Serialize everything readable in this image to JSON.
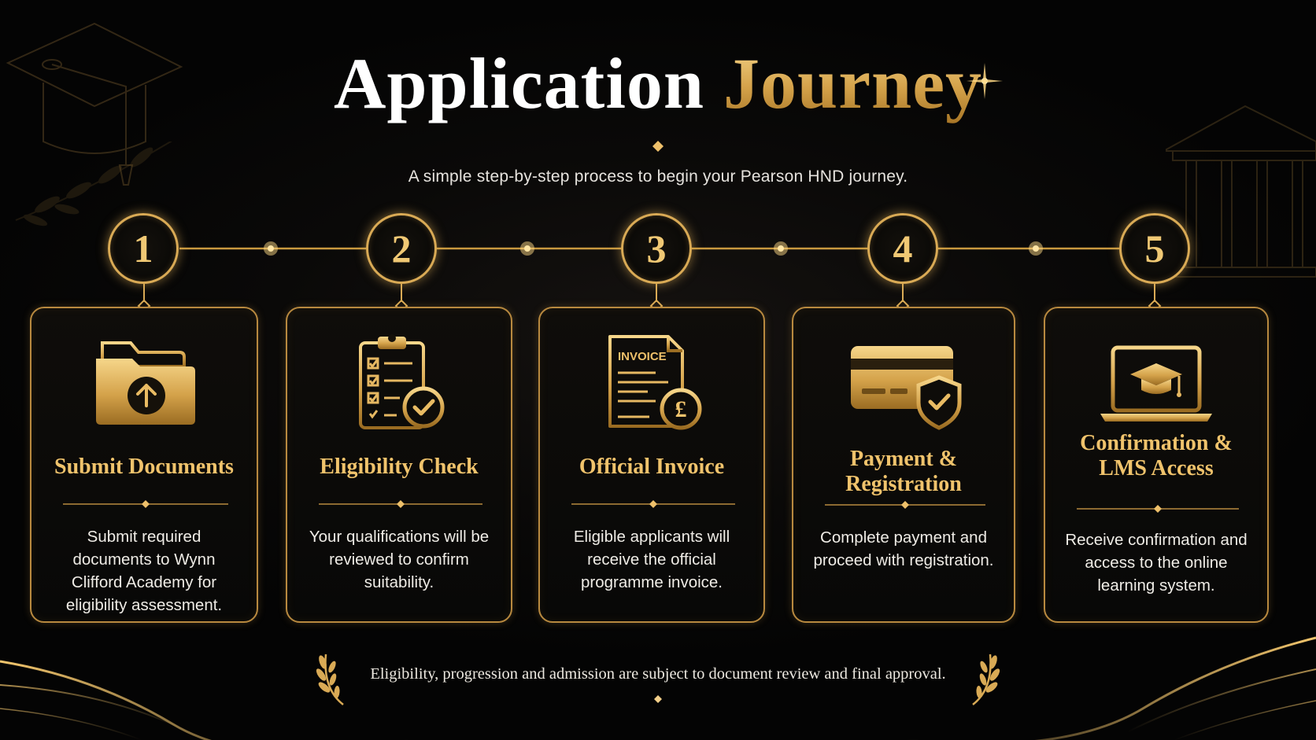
{
  "header": {
    "title_word1": "Application",
    "title_word2": "Journey",
    "subtitle": "A simple step-by-step process to begin your Pearson HND journey."
  },
  "steps": [
    {
      "number": "1",
      "title": "Submit Documents",
      "text": "Submit required documents to Wynn Clifford Academy for eligibility assessment.",
      "icon": "folder-upload-icon"
    },
    {
      "number": "2",
      "title": "Eligibility Check",
      "text": "Your qualifications will be reviewed to confirm suitability.",
      "icon": "checklist-clipboard-icon"
    },
    {
      "number": "3",
      "title": "Official Invoice",
      "text": "Eligible applicants will receive the official programme invoice.",
      "icon": "invoice-pound-icon",
      "icon_label": "INVOICE"
    },
    {
      "number": "4",
      "title_line1": "Payment &",
      "title_line2": "Registration",
      "text": "Complete payment and proceed with registration.",
      "icon": "credit-card-shield-icon"
    },
    {
      "number": "5",
      "title_line1": "Confirmation &",
      "title_line2": "LMS Access",
      "text": "Receive confirmation and access to the online learning system.",
      "icon": "laptop-graduation-cap-icon"
    }
  ],
  "footer": {
    "note": "Eligibility, progression and admission are subject to document review and final approval."
  },
  "colors": {
    "background": "#050505",
    "gold": "#d9aa55",
    "gold_light": "#f0c36c",
    "text": "#efece6"
  }
}
